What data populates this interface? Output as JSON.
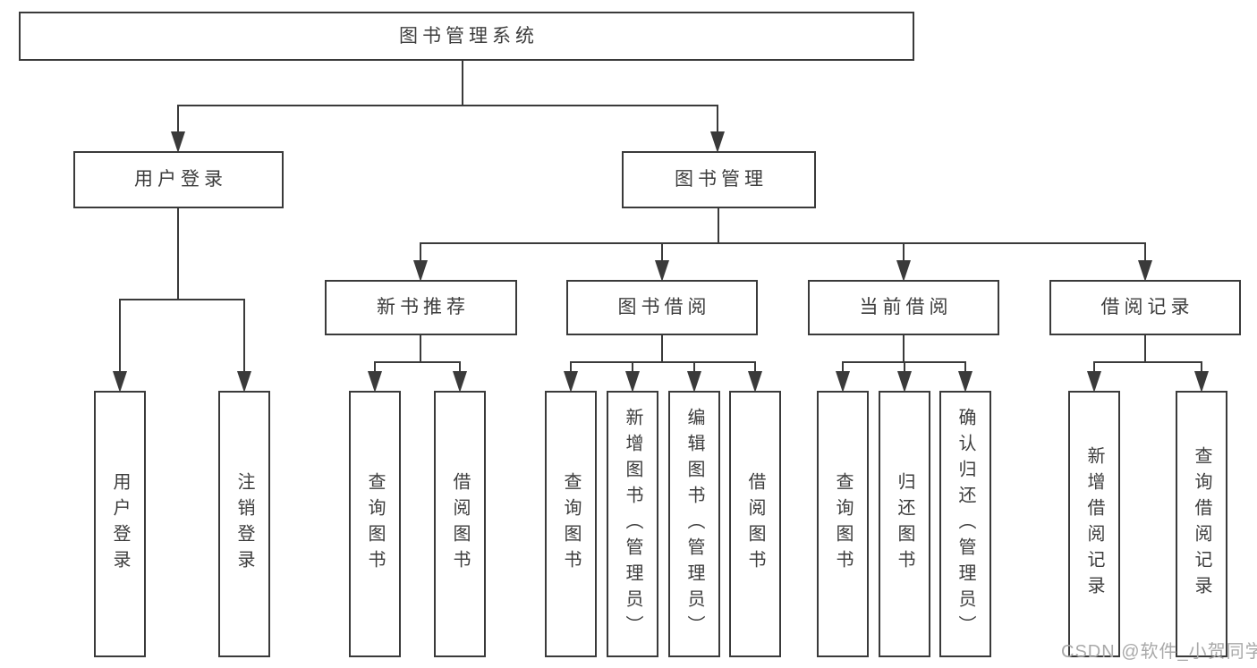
{
  "diagram": {
    "title": {
      "label": "图书管理系统"
    },
    "level2": {
      "user_login": {
        "label": "用户登录"
      },
      "book_management": {
        "label": "图书管理"
      }
    },
    "level3": {
      "new_book_recommend": {
        "label": "新书推荐"
      },
      "book_borrow": {
        "label": "图书借阅"
      },
      "current_borrow": {
        "label": "当前借阅"
      },
      "borrow_records": {
        "label": "借阅记录"
      }
    },
    "leaves": {
      "user_login": {
        "label": "用户登录"
      },
      "logout": {
        "label": "注销登录"
      },
      "nb_query_books": {
        "label": "查询图书"
      },
      "nb_borrow_books": {
        "label": "借阅图书"
      },
      "bb_query_books": {
        "label": "查询图书"
      },
      "bb_add_books": {
        "label": "新增图书（管理员）"
      },
      "bb_edit_books": {
        "label": "编辑图书（管理员）"
      },
      "bb_borrow_books": {
        "label": "借阅图书"
      },
      "cb_query_books": {
        "label": "查询图书"
      },
      "cb_return_books": {
        "label": "归还图书"
      },
      "cb_confirm_return": {
        "label": "确认归还（管理员）"
      },
      "br_add_record": {
        "label": "新增借阅记录"
      },
      "br_query_record": {
        "label": "查询借阅记录"
      }
    },
    "watermark": "CSDN @软件_小贺同学",
    "colors": {
      "line": "#3a3a3a",
      "text": "#3d3d3d",
      "background": "#ffffff",
      "watermark": "#a9a9a9"
    }
  }
}
